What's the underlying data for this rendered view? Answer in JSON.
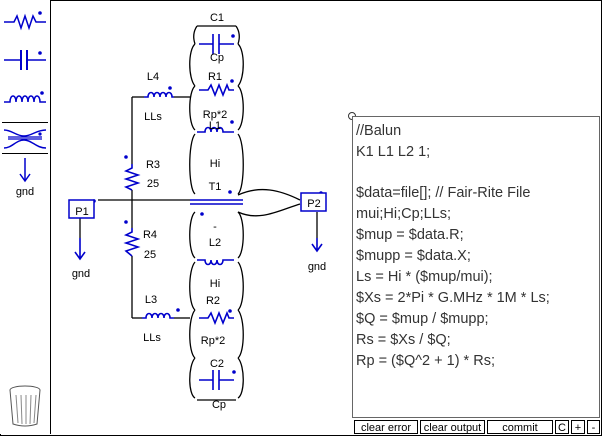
{
  "palette": {
    "gnd_label": "gnd"
  },
  "schematic": {
    "c1_name": "C1",
    "c1_val": "Cp",
    "r1_name": "R1",
    "r1_val": "Rp*2",
    "l1_name": "L1",
    "l1_val": "Hi",
    "t1_name": "T1",
    "dash": "-",
    "l2_name": "L2",
    "l2_val": "Hi",
    "r2_name": "R2",
    "r2_val": "Rp*2",
    "c2_name": "C2",
    "c2_val": "Cp",
    "l4_name": "L4",
    "l4_val": "LLs",
    "r3_name": "R3",
    "r3_val": "25",
    "r4_name": "R4",
    "r4_val": "25",
    "l3_name": "L3",
    "l3_val": "LLs",
    "p1": "P1",
    "p2": "P2",
    "gnd": "gnd"
  },
  "editor": {
    "lines": [
      "//Balun",
      "K1 L1 L2 1;",
      "",
      "$data=file[]; // Fair-Rite File",
      "mui;Hi;Cp;LLs;",
      "$mup = $data.R;",
      "$mupp = $data.X;",
      "Ls = Hi * ($mup/mui);",
      "$Xs = 2*Pi * G.MHz * 1M * Ls;",
      "$Q = $mup / $mupp;",
      "Rs = $Xs / $Q;",
      "Rp = ($Q^2 + 1) * Rs;"
    ]
  },
  "buttons": {
    "clear_error": "clear error",
    "clear_output": "clear output",
    "commit": "commit",
    "c": "C",
    "plus": "+",
    "minus": "-"
  }
}
